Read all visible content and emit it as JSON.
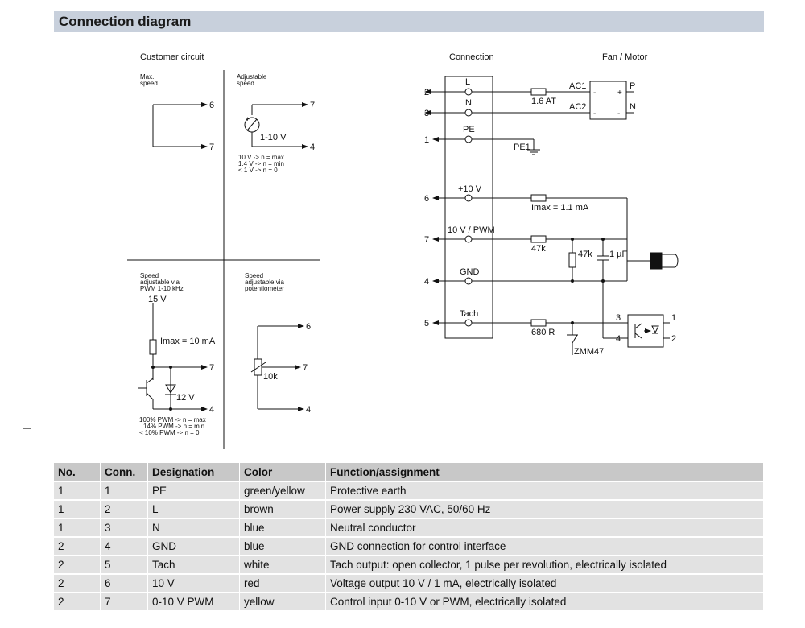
{
  "header": {
    "title": "Connection diagram"
  },
  "customer": {
    "title": "Customer circuit",
    "max_speed": [
      "Max.",
      "speed"
    ],
    "adj_speed": [
      "Adjustable",
      "speed"
    ],
    "source_label": "1-10 V",
    "notes": [
      "10 V -> n = max",
      "1.4 V -> n = min",
      "< 1 V -> n = 0"
    ],
    "pwm_title": [
      "Speed",
      "adjustable via",
      "PWM 1-10 kHz"
    ],
    "supply": "15 V",
    "imax": "Imax = 10 mA",
    "zener": "12 V",
    "pwm_notes": [
      "100% PWM -> n = max",
      "14% PWM -> n = min",
      "< 10% PWM -> n = 0"
    ],
    "pot_title": [
      "Speed",
      "adjustable via",
      "potentiometer"
    ],
    "pot_value": "10k"
  },
  "connection": {
    "title": "Connection",
    "fan_title": "Fan / Motor",
    "terminals": [
      {
        "num": "2",
        "label": "L"
      },
      {
        "num": "3",
        "label": "N"
      },
      {
        "num": "1",
        "label": "PE"
      },
      {
        "num": "6",
        "label": "+10 V"
      },
      {
        "num": "7",
        "label": "10 V / PWM"
      },
      {
        "num": "4",
        "label": "GND"
      },
      {
        "num": "5",
        "label": "Tach"
      }
    ],
    "fuse": "1.6 AT",
    "ac1": "AC1",
    "ac2": "AC2",
    "plus": "+",
    "minus": "-",
    "p": "P",
    "n": "N",
    "pe1": "PE1",
    "imax": "Imax = 1.1 mA",
    "r1": "47k",
    "r2": "47k",
    "cap": "1 µF",
    "r3": "680 R",
    "zmm": "ZMM47",
    "opto_pins": [
      "3",
      "4",
      "1",
      "2"
    ]
  },
  "table": {
    "headers": [
      "No.",
      "Conn.",
      "Designation",
      "Color",
      "Function/assignment"
    ],
    "rows": [
      [
        "1",
        "1",
        "PE",
        "green/yellow",
        "Protective earth"
      ],
      [
        "1",
        "2",
        "L",
        "brown",
        "Power supply 230 VAC, 50/60 Hz"
      ],
      [
        "1",
        "3",
        "N",
        "blue",
        "Neutral conductor"
      ],
      [
        "2",
        "4",
        "GND",
        "blue",
        "GND connection for control interface"
      ],
      [
        "2",
        "5",
        "Tach",
        "white",
        "Tach output: open collector, 1 pulse per revolution, electrically isolated"
      ],
      [
        "2",
        "6",
        "10 V",
        "red",
        "Voltage output 10 V / 1 mA, electrically isolated"
      ],
      [
        "2",
        "7",
        "0-10 V PWM",
        "yellow",
        "Control input 0-10 V or PWM, electrically isolated"
      ]
    ]
  }
}
